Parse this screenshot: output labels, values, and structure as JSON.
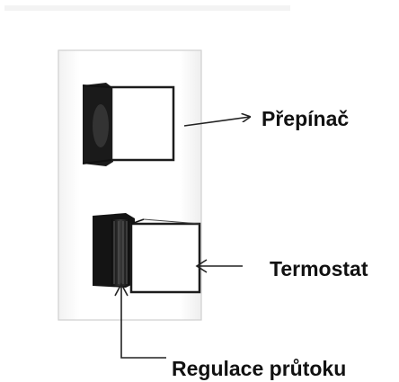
{
  "callouts": {
    "diverter": "Přepínač",
    "thermostat": "Termostat",
    "flow_control": "Regulace průtoku"
  },
  "colors": {
    "background": "#ffffff",
    "plate": "#fbfbfb",
    "plate_edge": "#c8c8c8",
    "metal_dark": "#141414",
    "metal_light": "#ffffff",
    "arrow": "#222222",
    "label": "#111111"
  },
  "icons": {
    "diverter_knob": "square-knob",
    "thermostat_knob": "square-knob",
    "flow_ring": "knurled-ring"
  }
}
